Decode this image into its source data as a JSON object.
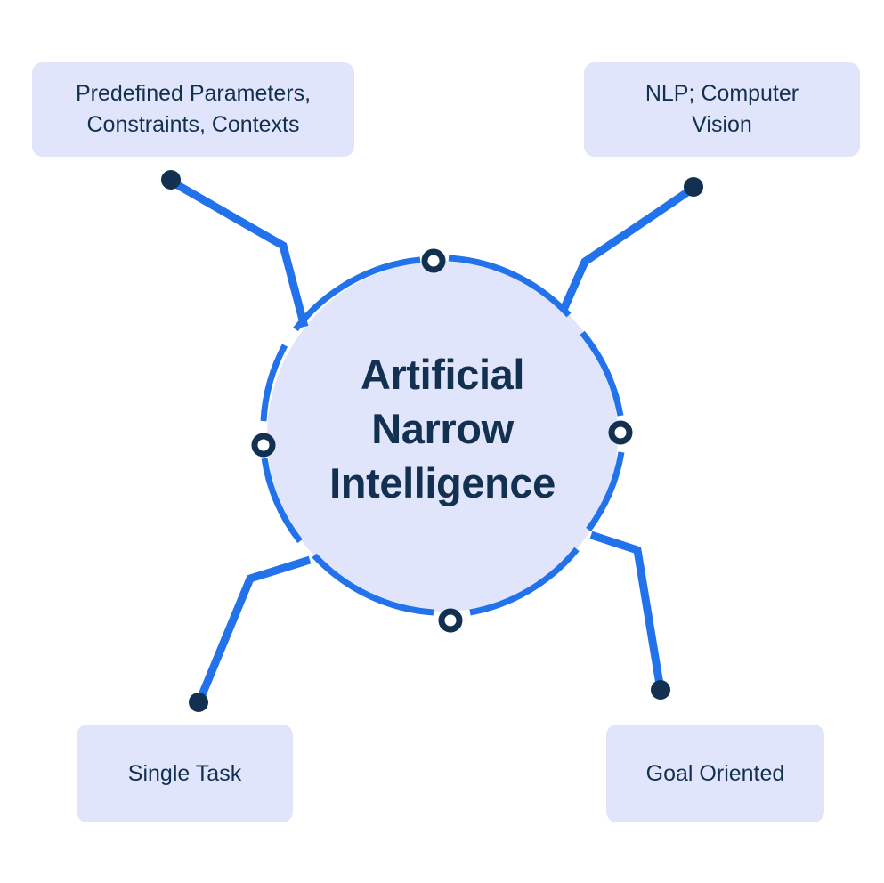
{
  "diagram": {
    "title": "Artificial Narrow Intelligence",
    "center": {
      "label": "Artificial\nNarrow\nIntelligence"
    },
    "colors": {
      "background": "#ffffff",
      "accent_blue": "#2272eb",
      "node_navy": "#12304f",
      "fill_periwinkle": "#e1e5fb",
      "text_navy": "#12304f"
    },
    "branches": [
      {
        "id": "predefined-parameters",
        "position": "top-left",
        "label": "Predefined Parameters,\nConstraints, Contexts"
      },
      {
        "id": "nlp-computer-vision",
        "position": "top-right",
        "label": "NLP; Computer\nVision"
      },
      {
        "id": "single-task",
        "position": "bottom-left",
        "label": "Single Task"
      },
      {
        "id": "goal-oriented",
        "position": "bottom-right",
        "label": "Goal Oriented"
      }
    ],
    "ring_nodes": [
      {
        "id": "ring-node-top",
        "label": ""
      },
      {
        "id": "ring-node-right",
        "label": ""
      },
      {
        "id": "ring-node-bottom",
        "label": ""
      },
      {
        "id": "ring-node-left",
        "label": ""
      }
    ]
  }
}
